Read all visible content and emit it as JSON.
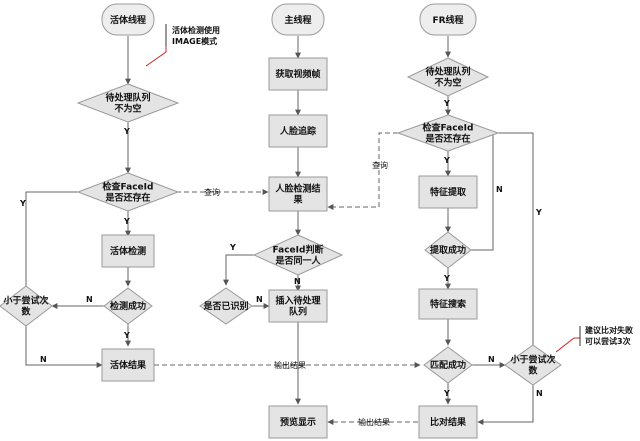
{
  "lanes": {
    "live": "活体线程",
    "main": "主线程",
    "fr": "FR线程"
  },
  "notes": {
    "image_mode": [
      "活体检测使用",
      "IMAGE模式"
    ],
    "suggest": [
      "建议比对失败",
      "可以尝试3次"
    ]
  },
  "nodes": {
    "live_queue": [
      "待处理队列",
      "不为空"
    ],
    "live_check": [
      "检查FaceId",
      "是否还存在"
    ],
    "live_detect": [
      "活体检测"
    ],
    "live_success": [
      "检测成功"
    ],
    "live_retry": [
      "小于尝试次",
      "数"
    ],
    "live_result": [
      "活体结果"
    ],
    "main_capture": [
      "获取视频帧"
    ],
    "main_track": [
      "人脸追踪"
    ],
    "main_face_result": [
      "人脸检测结",
      "果"
    ],
    "main_same": [
      "FaceId判断",
      "是否同一人"
    ],
    "main_recognized": [
      "是否已识别"
    ],
    "main_insert": [
      "插入待处理",
      "队列"
    ],
    "main_preview": [
      "预览显示"
    ],
    "fr_queue": [
      "待处理队列",
      "不为空"
    ],
    "fr_check": [
      "检查FaceId",
      "是否还存在"
    ],
    "fr_extract": [
      "特征提取"
    ],
    "fr_extract_ok": [
      "提取成功"
    ],
    "fr_search": [
      "特征搜索"
    ],
    "fr_match": [
      "匹配成功"
    ],
    "fr_retry": [
      "小于尝试次",
      "数"
    ],
    "fr_result": [
      "比对结果"
    ]
  },
  "edges": {
    "query": "查询",
    "output": "输出结果",
    "yes": "Y",
    "no": "N"
  }
}
